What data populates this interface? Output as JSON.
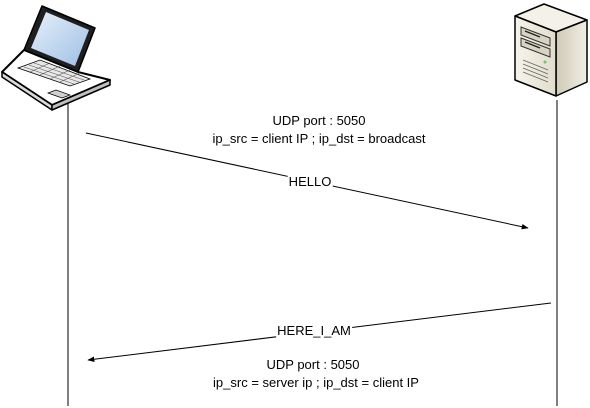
{
  "actors": [
    {
      "id": "client",
      "icon": "laptop-icon"
    },
    {
      "id": "server",
      "icon": "server-tower-icon"
    }
  ],
  "messages": [
    {
      "from": "client",
      "to": "server",
      "label": "HELLO",
      "info": [
        "UDP port : 5050",
        "ip_src = client IP ; ip_dst = broadcast"
      ]
    },
    {
      "from": "server",
      "to": "client",
      "label": "HERE_I_AM",
      "info": [
        "UDP port : 5050",
        "ip_src = server ip ; ip_dst = client IP"
      ]
    }
  ]
}
